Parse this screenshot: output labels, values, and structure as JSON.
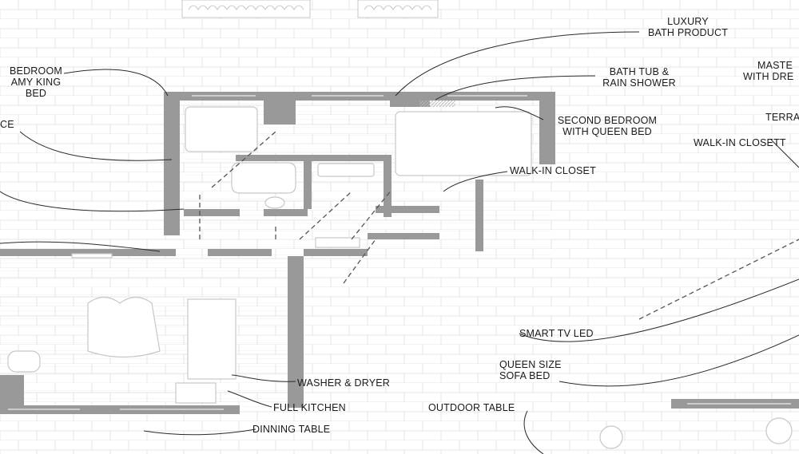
{
  "colors": {
    "wall": "#999999",
    "brick_line": "#e4e4e4",
    "floor_line": "#efefef",
    "furniture_line": "#c7c7c7",
    "leader_line": "#2a2a2a",
    "label_text": "#1a1a1a",
    "background": "#ffffff"
  },
  "labels": {
    "luxury_bath": [
      "LUXURY",
      "BATH PRODUCT"
    ],
    "bath_tub": [
      "BATH TUB &",
      "RAIN SHOWER"
    ],
    "second_bedroom": [
      "SECOND BEDROOM",
      "WITH QUEEN BED"
    ],
    "walk_in_closet": "WALK-IN CLOSET",
    "master_bedroom_left": [
      "BEDROOM",
      "AMY KING",
      "BED"
    ],
    "left_partial": "CE",
    "master_right": [
      "MASTE",
      "WITH DRE"
    ],
    "terrace": "TERRA",
    "walk_in_closet_right": "WALK-IN CLOSETT",
    "smart_tv": "SMART TV LED",
    "sofa_bed": [
      "QUEEN SIZE",
      "SOFA BED"
    ],
    "washer_dryer": "WASHER & DRYER",
    "full_kitchen": "FULL KITCHEN",
    "outdoor_table": "OUTDOOR TABLE",
    "dinning_table": "DINNING TABLE"
  },
  "icons": [
    "plant-icon",
    "bathtub-icon",
    "toilet-icon",
    "sink-icon",
    "tv-icon",
    "sofa-icon",
    "dining-table-icon",
    "kitchen-icon",
    "washer-icon",
    "chair-icon"
  ]
}
